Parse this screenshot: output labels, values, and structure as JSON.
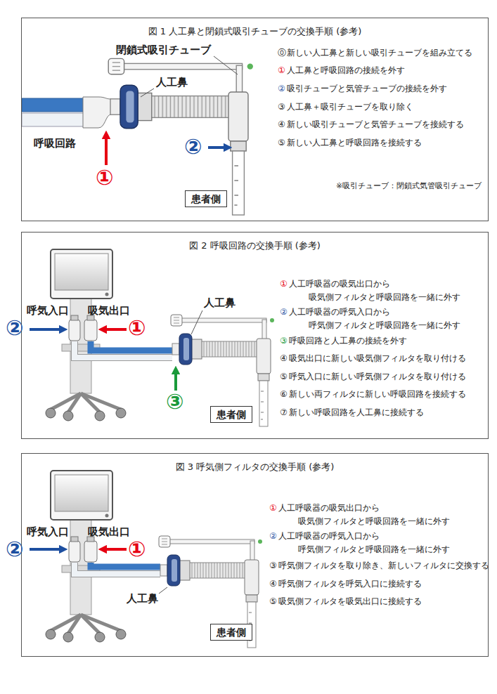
{
  "diagram": {
    "nodes": [
      {
        "text": [
          "図 1  人工鼻と閉鎖式吸引チューブの交換手順 (参考)"
        ]
      },
      {
        "text": [
          "患者側"
        ],
        "in": 0
      },
      {
        "text": [
          "図 2  呼吸回路の交換手順 (参考)"
        ]
      },
      {
        "text": [
          "患者側"
        ],
        "in": 2
      },
      {
        "text": [
          "図 3  呼気側フィルタの交換手順 (参考)"
        ]
      },
      {
        "text": [
          "患者側"
        ],
        "in": 4
      }
    ],
    "labels": [
      "閉鎖式吸引チューブ",
      "人工鼻",
      "呼吸回路",
      "①",
      "②",
      "⓪",
      "新しい人工鼻と新しい吸引チューブを組み立てる",
      "①",
      "人工鼻と呼吸回路の接続を外す",
      "②",
      "吸引チューブと気管チューブの接続を外す",
      "③",
      "人工鼻＋吸引チューブを取り除く",
      "④",
      "新しい吸引チューブと気管チューブを接続する",
      "⑤",
      "新しい人工鼻と呼吸回路を接続する",
      "※吸引チューブ：閉鎖式気管吸引チューブ",
      "呼気入口",
      "吸気出口",
      "人工鼻",
      "②",
      "①",
      "③",
      "①",
      "人工呼吸器の吸気出口から 吸気側フィルタと呼吸回路を一緒に外す",
      "②",
      "人工呼吸器の呼気入口から 呼気側フィルタと呼吸回路を一緒に外す",
      "③",
      "呼吸回路と人工鼻の接続を外す",
      "④",
      "吸気出口に新しい吸気側フィルタを取り付ける",
      "⑤",
      "呼気入口に新しい呼気側フィルタを取り付ける",
      "⑥",
      "新しい両フィルタに新しい呼吸回路を接続する",
      "⑦",
      "新しい呼吸回路を人工鼻に接続する",
      "呼気入口",
      "吸気出口",
      "②",
      "①",
      "人工鼻",
      "①",
      "人工呼吸器の吸気出口から 吸気側フィルタと呼吸回路を一緒に外す",
      "②",
      "人工呼吸器の呼気入口から 呼気側フィルタと呼吸回路を一緒に外す",
      "③",
      "呼気側フィルタを取り除き、新しいフィルタに交換する",
      "④",
      "呼気側フィルタを呼気入口に接続する",
      "⑤",
      "吸気側フィルタを吸気出口に接続する"
    ]
  }
}
